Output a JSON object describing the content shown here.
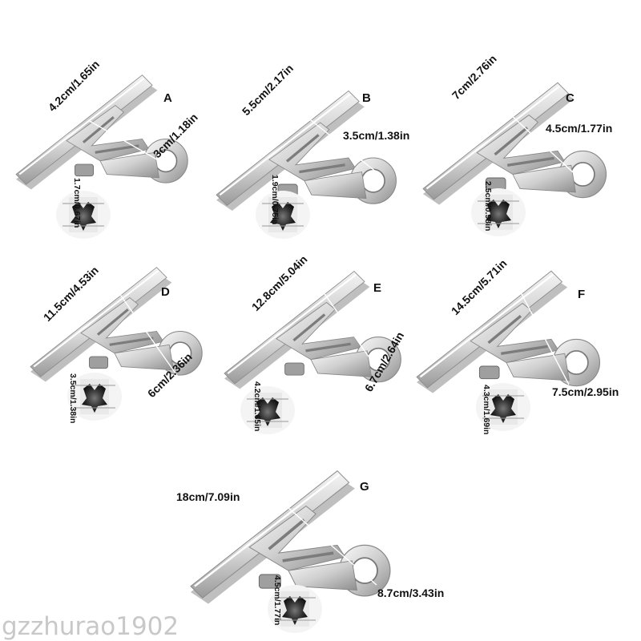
{
  "watermark": "gzzhurao1902",
  "clips": [
    {
      "letter": "A",
      "length": "4.2cm/1.65in",
      "width": "3cm/1.18in",
      "height": "1.7cm/0.67in"
    },
    {
      "letter": "B",
      "length": "5.5cm/2.17in",
      "width": "3.5cm/1.38in",
      "height": "1.9cm/0.75in"
    },
    {
      "letter": "C",
      "length": "7cm/2.76in",
      "width": "4.5cm/1.77in",
      "height": "2.5cm/0.98in"
    },
    {
      "letter": "D",
      "length": "11.5cm/4.53in",
      "width": "6cm/2.36in",
      "height": "3.5cm/1.38in"
    },
    {
      "letter": "E",
      "length": "12.8cm/5.04in",
      "width": "6.7cm/2.64in",
      "height": "4.2cm/1.65in"
    },
    {
      "letter": "F",
      "length": "14.5cm/5.71in",
      "width": "7.5cm/2.95in",
      "height": "4.3cm/1.69in"
    },
    {
      "letter": "G",
      "length": "18cm/7.09in",
      "width": "8.7cm/3.43in",
      "height": "4.5cm/1.77in"
    }
  ]
}
